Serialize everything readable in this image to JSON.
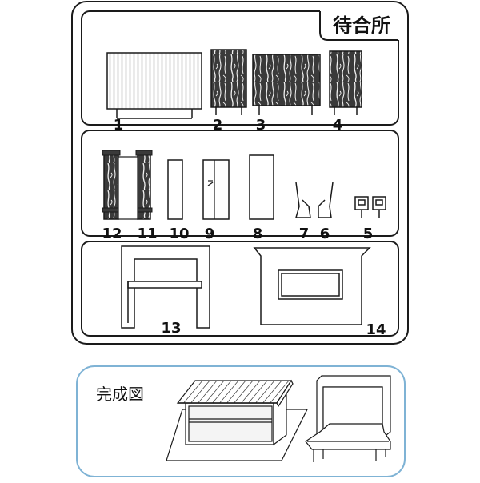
{
  "title": "待合所",
  "completed_label": "完成図",
  "parts": [
    {
      "id": "1",
      "label": "1"
    },
    {
      "id": "2",
      "label": "2"
    },
    {
      "id": "3",
      "label": "3"
    },
    {
      "id": "4",
      "label": "4"
    },
    {
      "id": "5",
      "label": "5"
    },
    {
      "id": "6",
      "label": "6"
    },
    {
      "id": "7",
      "label": "7"
    },
    {
      "id": "8",
      "label": "8"
    },
    {
      "id": "9",
      "label": "9"
    },
    {
      "id": "10",
      "label": "10"
    },
    {
      "id": "11",
      "label": "11"
    },
    {
      "id": "12",
      "label": "12"
    },
    {
      "id": "13",
      "label": "13"
    },
    {
      "id": "14",
      "label": "14"
    }
  ],
  "colors": {
    "line": "#1a1a1a",
    "completed_border": "#7fb3d5",
    "background": "#ffffff"
  }
}
